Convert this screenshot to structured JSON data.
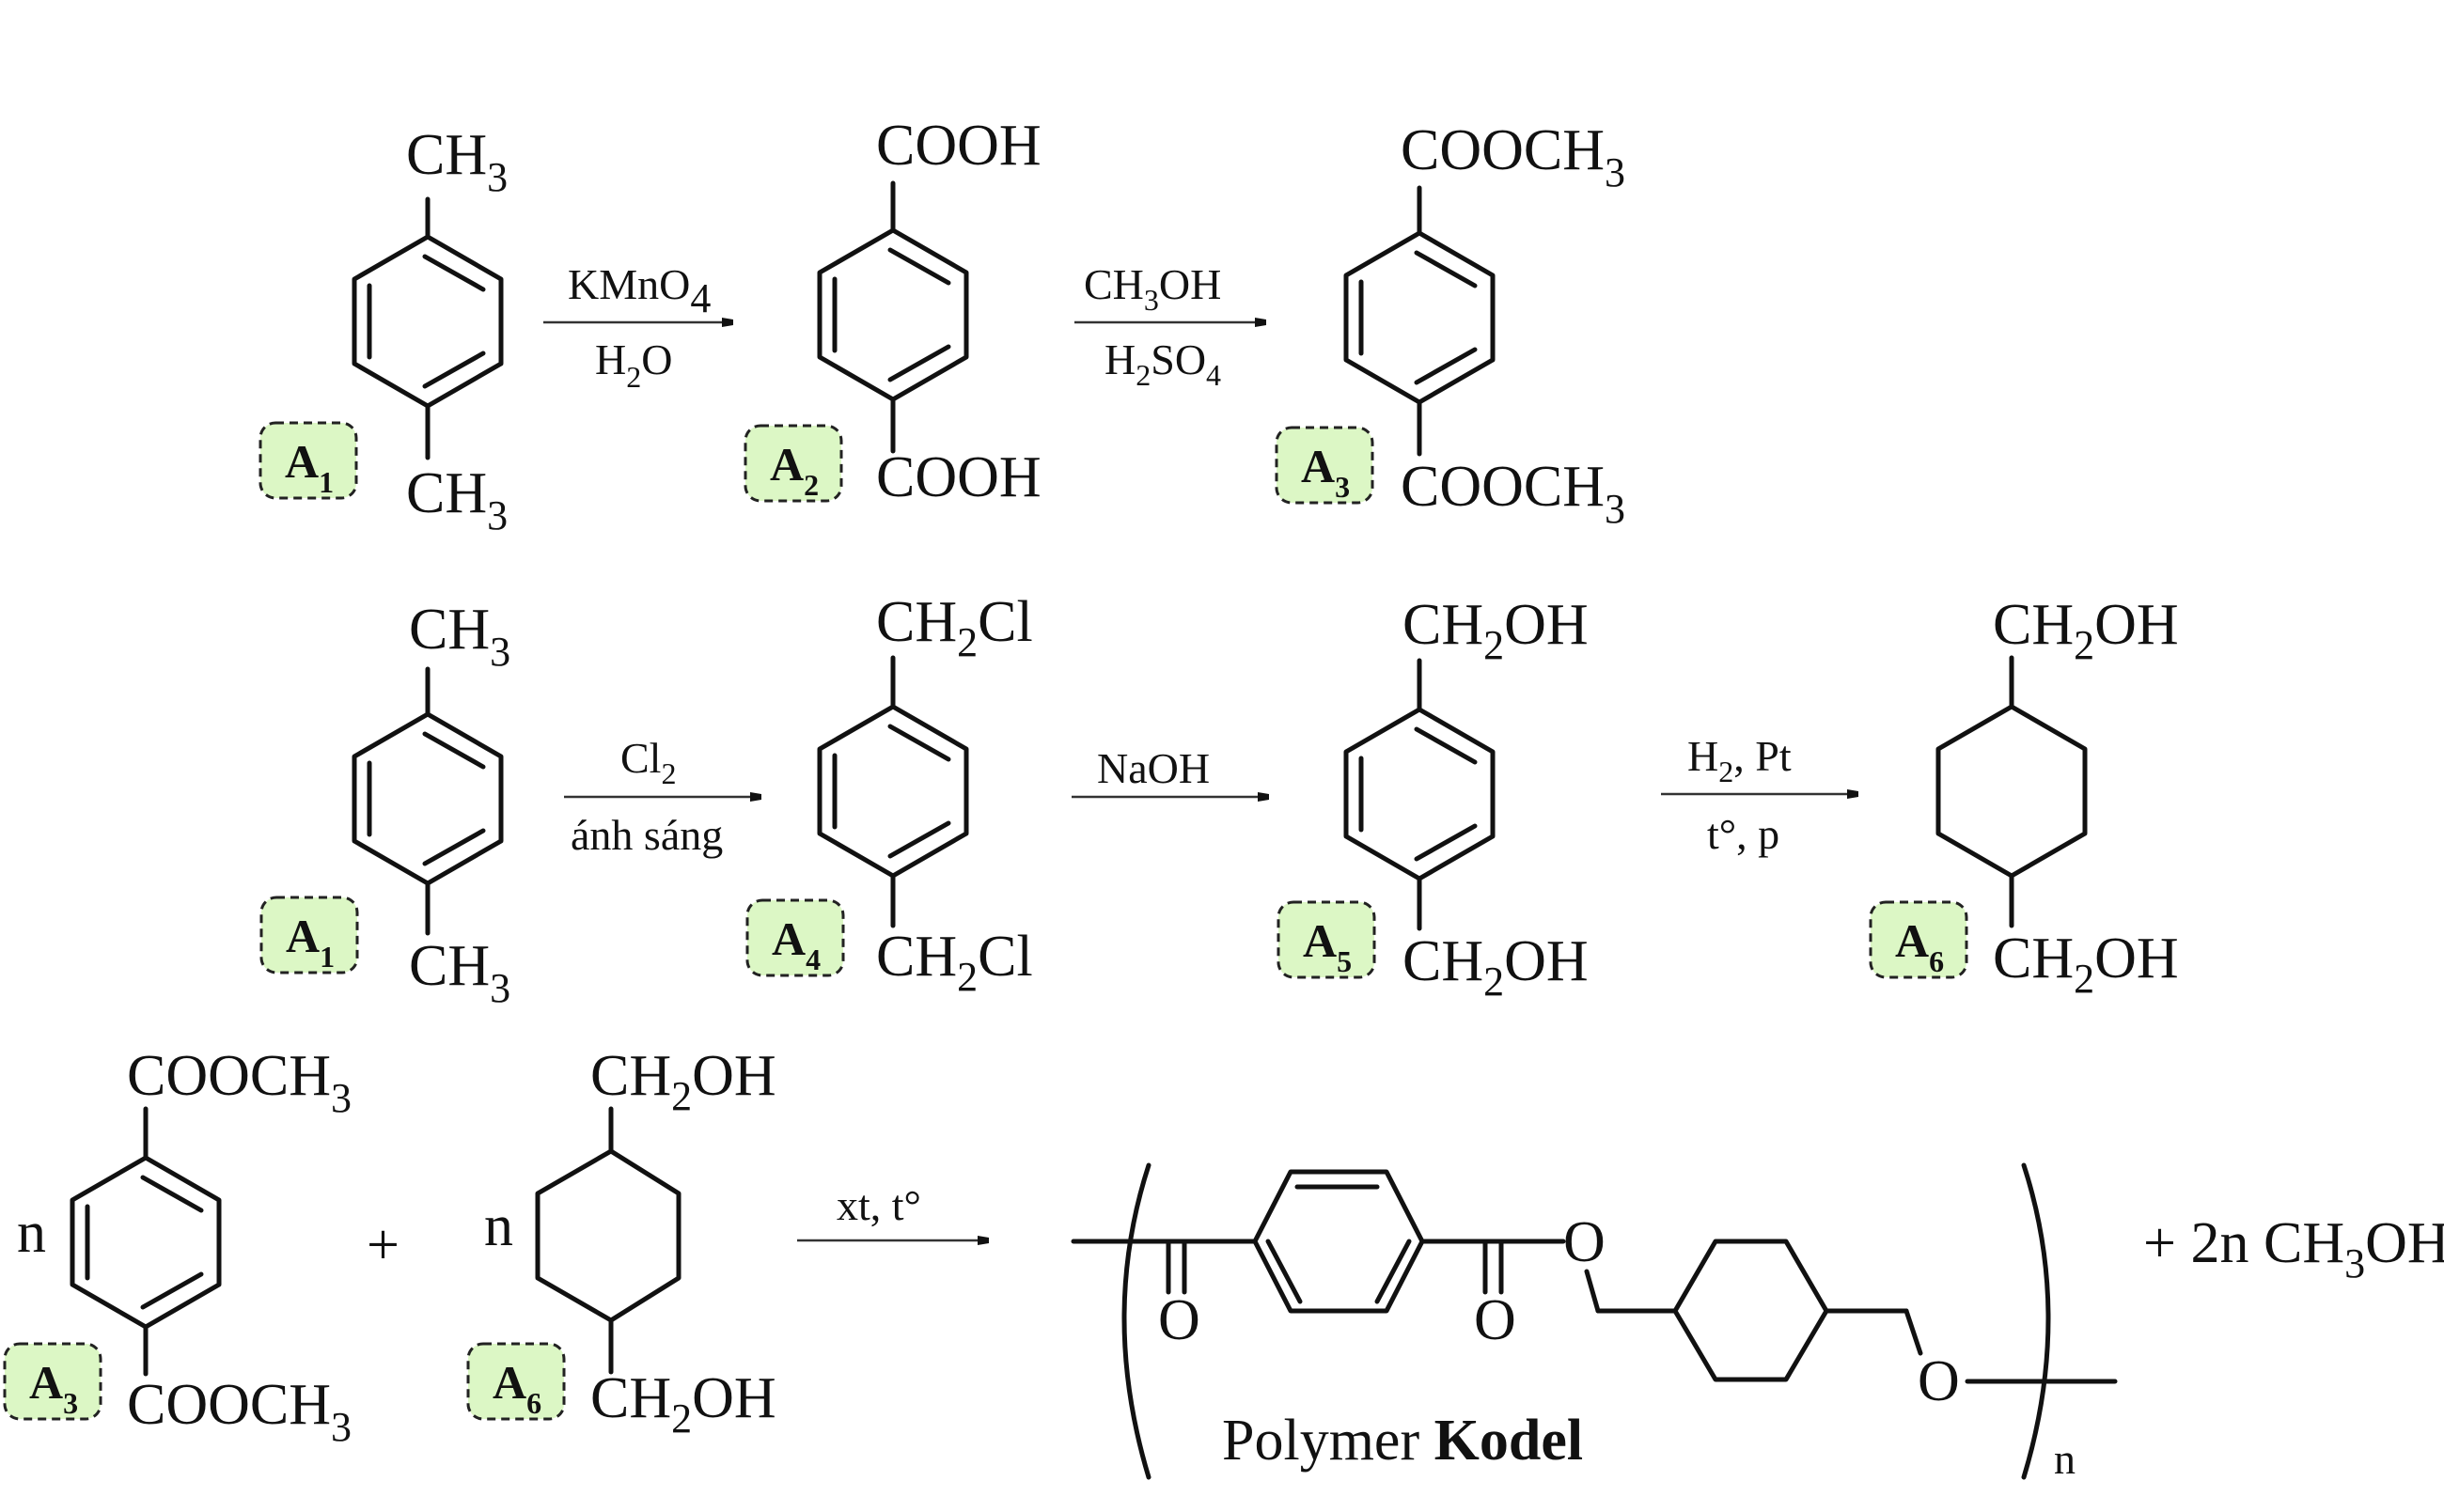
{
  "colors": {
    "label_fill": "#dcf7c5",
    "ink": "#111111"
  },
  "row1": {
    "a1": {
      "label": "A",
      "label_sub": "1",
      "top": "CH",
      "top_sub": "3",
      "bottom": "CH",
      "bottom_sub": "3"
    },
    "arrow1": {
      "above": "KMnO",
      "above_sub": "4",
      "below_a": "H",
      "below_sub": "2",
      "below_b": "O"
    },
    "a2": {
      "label": "A",
      "label_sub": "2",
      "top": "COOH",
      "bottom": "COOH"
    },
    "arrow2": {
      "above_a": "CH",
      "above_sub": "3",
      "above_b": "OH",
      "below_a": "H",
      "below_sub": "2",
      "below_b": "SO",
      "below_sub2": "4"
    },
    "a3": {
      "label": "A",
      "label_sub": "3",
      "top": "COOCH",
      "top_sub": "3",
      "bottom": "COOCH",
      "bottom_sub": "3"
    }
  },
  "row2": {
    "a1": {
      "label": "A",
      "label_sub": "1",
      "top": "CH",
      "top_sub": "3",
      "bottom": "CH",
      "bottom_sub": "3"
    },
    "arrow1": {
      "above": "Cl",
      "above_sub": "2",
      "below": "ánh sáng"
    },
    "a4": {
      "label": "A",
      "label_sub": "4",
      "top_a": "CH",
      "top_sub": "2",
      "top_b": "Cl",
      "bottom_a": "CH",
      "bottom_sub": "2",
      "bottom_b": "Cl"
    },
    "arrow2": {
      "above": "NaOH"
    },
    "a5": {
      "label": "A",
      "label_sub": "5",
      "top_a": "CH",
      "top_sub": "2",
      "top_b": "OH",
      "bottom_a": "CH",
      "bottom_sub": "2",
      "bottom_b": "OH"
    },
    "arrow3": {
      "above_a": "H",
      "above_sub": "2",
      "above_b": ", Pt",
      "below": "t°, p"
    },
    "a6": {
      "label": "A",
      "label_sub": "6",
      "top_a": "CH",
      "top_sub": "2",
      "top_b": "OH",
      "bottom_a": "CH",
      "bottom_sub": "2",
      "bottom_b": "OH"
    }
  },
  "row3": {
    "a3": {
      "label": "A",
      "label_sub": "3",
      "coef": "n",
      "top": "COOCH",
      "top_sub": "3",
      "bottom": "COOCH",
      "bottom_sub": "3"
    },
    "plus": "+",
    "a6": {
      "label": "A",
      "label_sub": "6",
      "coef": "n",
      "top_a": "CH",
      "top_sub": "2",
      "top_b": "OH",
      "bottom_a": "CH",
      "bottom_sub": "2",
      "bottom_b": "OH"
    },
    "arrow": {
      "above": "xt, t°"
    },
    "polymer": {
      "o1": "O",
      "o2": "O",
      "o3": "O",
      "o4": "O",
      "repeat": "n",
      "name_prefix": "Polymer ",
      "name_bold": "Kodel"
    },
    "byproduct": {
      "text_a": "+ 2n CH",
      "sub": "3",
      "text_b": "OH"
    }
  }
}
